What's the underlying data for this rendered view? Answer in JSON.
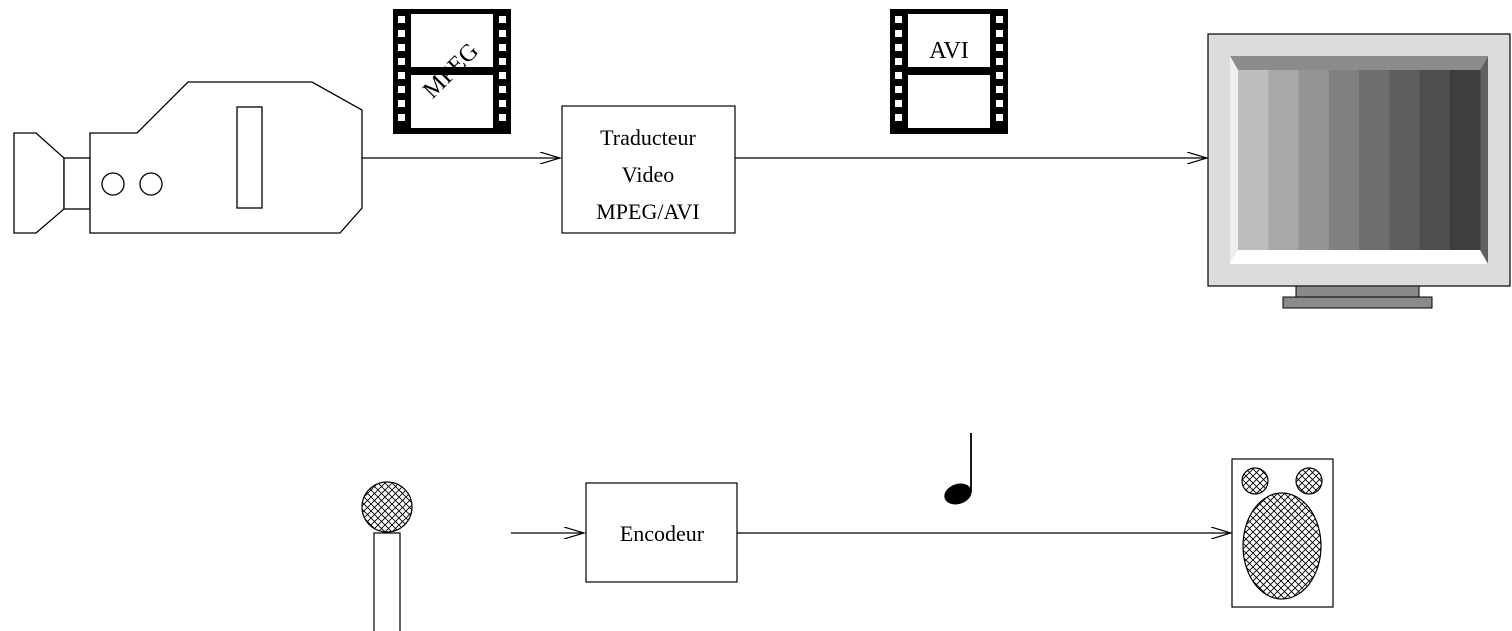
{
  "diagram": {
    "video_chain": {
      "translator_lines": [
        "Traducteur",
        "Video",
        "MPEG/AVI"
      ],
      "film_in_label": "MPEG",
      "film_out_label": "AVI"
    },
    "audio_chain": {
      "encoder_label": "Encodeur"
    },
    "colors": {
      "stroke": "#000000",
      "monitor_bezel": "#dcdcdc",
      "monitor_stand": "#8a8a8a",
      "screen_bars": [
        "#bdbdbd",
        "#a8a8a8",
        "#949494",
        "#808080",
        "#6e6e6e",
        "#5e5e5e",
        "#4e4e4e",
        "#3e3e3e"
      ]
    },
    "icons": [
      "video-camera-icon",
      "film-strip-icon",
      "monitor-icon",
      "microphone-icon",
      "music-note-icon",
      "speaker-icon"
    ]
  }
}
